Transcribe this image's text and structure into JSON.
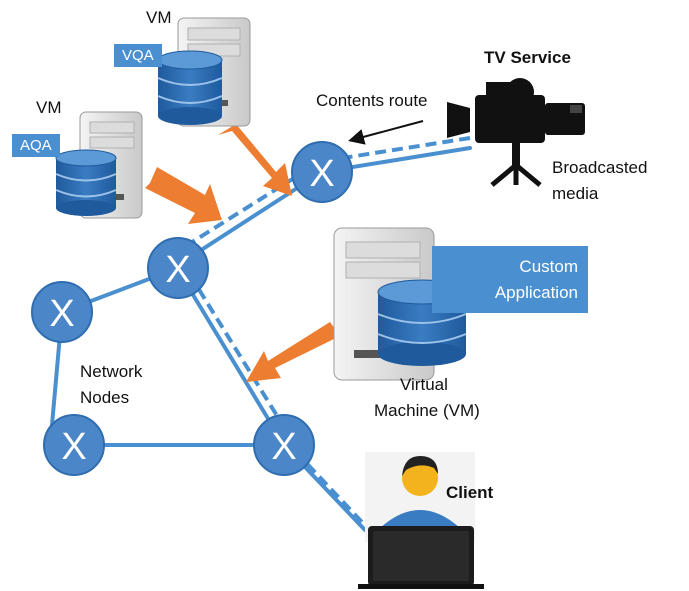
{
  "labels": {
    "vm_top": "VM",
    "vm_left": "VM",
    "vqa": "VQA",
    "aqa": "AQA",
    "tv_service": "TV Service",
    "contents_route": "Contents route",
    "broadcasted_media_1": "Broadcasted",
    "broadcasted_media_2": "media",
    "custom_app_1": "Custom",
    "custom_app_2": "Application",
    "virtual_machine_1": "Virtual",
    "virtual_machine_2": "Machine (VM)",
    "network_nodes_1": "Network",
    "network_nodes_2": "Nodes",
    "client": "Client",
    "node_glyph": "X"
  },
  "colors": {
    "link": "#4a90d0",
    "node_fill": "#4a86c8",
    "node_stroke": "#2f6db1",
    "arrow": "#ed7d31",
    "server_body": "#e6e6e6",
    "db": "#2f6fb4"
  },
  "icons": [
    "server-icon",
    "database-icon",
    "tv-camera-icon",
    "client-person-icon",
    "laptop-icon",
    "network-node-icon"
  ]
}
